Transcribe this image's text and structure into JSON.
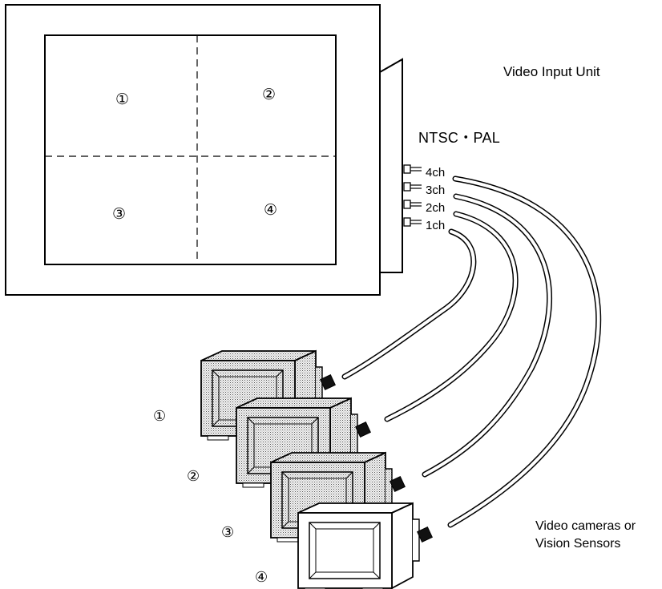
{
  "unit_label": "Video Input Unit",
  "standard_label": "NTSC・PAL",
  "quadrants": [
    "①",
    "②",
    "③",
    "④"
  ],
  "channels": [
    "4ch",
    "3ch",
    "2ch",
    "1ch"
  ],
  "cameras": [
    "①",
    "②",
    "③",
    "④"
  ],
  "camera_caption": [
    "Video cameras or",
    "Vision Sensors"
  ],
  "colors": {
    "line": "#000000",
    "body_shade": "#c8c8c8",
    "background": "#ffffff"
  }
}
